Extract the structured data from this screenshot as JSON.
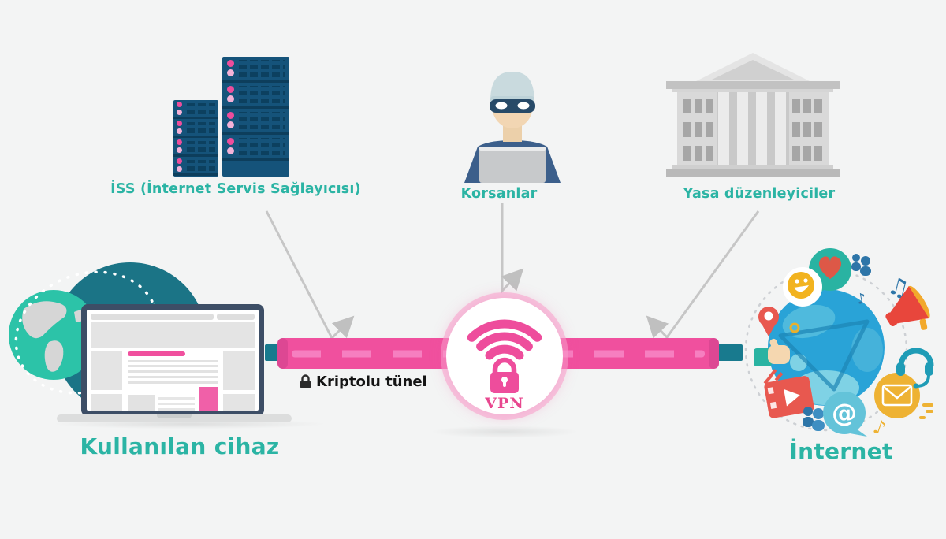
{
  "diagram": {
    "title_context": "VPN encrypted tunnel infographic (Turkish)",
    "background": "#f3f4f4",
    "nodes": {
      "isp": {
        "label": "İSS (İnternet Servis Sağlayıcısı)"
      },
      "hackers": {
        "label": "Korsanlar"
      },
      "regulators": {
        "label": "Yasa düzenleyiciler"
      },
      "device": {
        "label": "Kullanılan cihaz"
      },
      "internet": {
        "label": "İnternet"
      }
    },
    "tunnel": {
      "label": "Kriptolu tünel",
      "badge": "VPN"
    },
    "glyphs": {
      "at": "@",
      "note": "♪",
      "notes": "♫"
    },
    "colors": {
      "accent_teal": "#2bb4a4",
      "tunnel_pink": "#f0509e",
      "dash_pink": "#f67fc0",
      "server_navy": "#15537a",
      "connector_teal": "#187a8e",
      "laptop_frame": "#3d4e66",
      "arrow_gray": "#c6c6c6",
      "dark_text": "#141414"
    },
    "icons": [
      "server-icon",
      "hacker-icon",
      "government-building-icon",
      "globe-icon",
      "laptop-icon",
      "wifi-icon",
      "lock-icon",
      "heart-bubble-icon",
      "smiley-icon",
      "users-icon",
      "music-note-icon",
      "megaphone-icon",
      "location-pin-icon",
      "like-hand-icon",
      "video-player-icon",
      "at-bubble-icon",
      "envelope-icon",
      "headset-icon",
      "arrow-icon"
    ]
  }
}
